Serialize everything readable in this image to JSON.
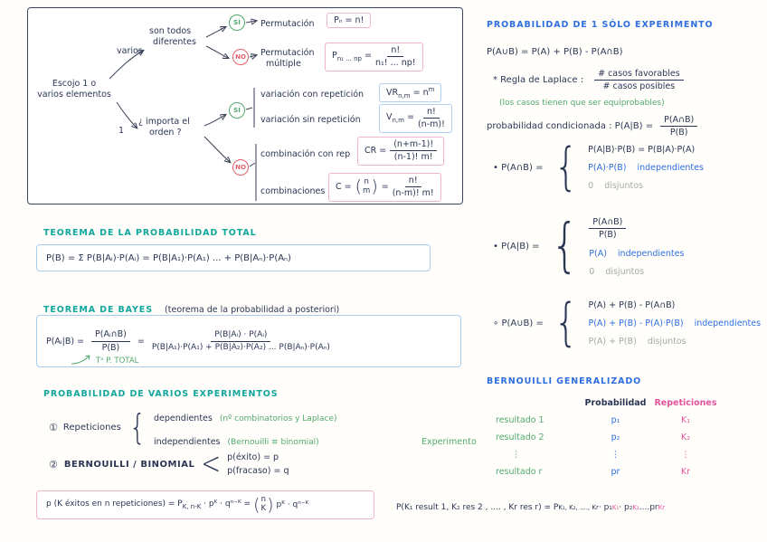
{
  "palette": {
    "ink": "#2b3654",
    "teal": "#12a79d",
    "blue": "#2e6ee0",
    "green": "#52a96d",
    "pink": "#e2549c",
    "red": "#e2606a",
    "muted": "#a2ac9f",
    "pink_box_border": "#f2b3cd",
    "blue_box_border": "#aecff0",
    "panel_border": "#a9ccee",
    "line": "#3c4558"
  },
  "glyphs": {
    "brace": "{",
    "angle": "<",
    "paren_open": "(",
    "paren_close": ")"
  },
  "flowchart": {
    "root_line1": "Escojo 1 o",
    "root_line2": "varios elementos",
    "branch_top": "varios",
    "branch_bottom": "1",
    "q_top_line1": "son todos",
    "q_top_line2": "diferentes",
    "q_bottom_line1": "¿ importa el",
    "q_bottom_line2": "orden ?",
    "yes": "SÍ",
    "no": "NO",
    "perm": {
      "label": "Permutación",
      "formula": "Pₙ = n!"
    },
    "perm_mult": {
      "label_line1": "Permutación",
      "label_line2": "múltiple",
      "base": "P",
      "sub": "n₁ ... np",
      "eq": " =",
      "num": "n!",
      "den": "n₁! ... np!"
    },
    "var_rep": {
      "label": "variación con repetición",
      "base": "VR",
      "sub": "n,m",
      "rest": " = n",
      "exp": "m"
    },
    "var_sin": {
      "label": "variación sin repetición",
      "base": "V",
      "sub": "n,m",
      "rest": " =",
      "num": "n!",
      "den": "(n-m)!"
    },
    "comb_rep": {
      "label": "combinación con rep",
      "lhs": "CR =",
      "num": "(n+m-1)!",
      "den": "(n-1)! m!"
    },
    "comb": {
      "label": "combinaciones",
      "lhs": "C =",
      "binom_top": "n",
      "binom_bot": "m",
      "eq": "=",
      "num": "n!",
      "den": "(n-m)! m!"
    }
  },
  "total_theorem": {
    "title": "TEOREMA DE LA PROBABILIDAD TOTAL",
    "formula": "P(B) = Σ P(B|Aᵢ)·P(Aᵢ) = P(B|A₁)·P(A₁) ... + P(B|Aₙ)·P(Aₙ)"
  },
  "bayes": {
    "title": "TEOREMA DE BAYES",
    "subtitle": "(teorema de la probabilidad a posteriori)",
    "lhs": "P(Aᵢ|B) =",
    "f1_num": "P(Aᵢ∩B)",
    "f1_den": "P(B)",
    "eq": "=",
    "f2_num": "P(B|Aᵢ) · P(Aᵢ)",
    "f2_den": "P(B|A₁)·P(A₁) + P(B|A₂)·P(A₂) ... P(B|Aₙ)·P(Aₙ)",
    "note": "Tᵃ P. TOTAL"
  },
  "varios_exp": {
    "title": "PROBABILIDAD DE VARIOS EXPERIMENTOS",
    "item1_badge": "①",
    "item1_label": "Repeticiones",
    "dep_label": "dependientes",
    "dep_note": "(nº combinatorios y Laplace)",
    "indep_label": "independientes",
    "indep_note": "(Bernouilli ≡ binomial)",
    "item2_badge": "②",
    "item2_label": "BERNOUILLI / BINOMIAL",
    "exito": "p(éxito) = p",
    "fracaso": "p(fracaso) = q",
    "box": {
      "prefix": "p (K éxitos en n repeticiones) = P",
      "sub": "K, n-K",
      "mid": " · pᴷ · qⁿ⁻ᴷ  =  ",
      "binom_top": "n",
      "binom_bot": "K",
      "suffix": "pᴷ · qⁿ⁻ᴷ"
    }
  },
  "solo_exp": {
    "title": "PROBABILIDAD DE 1 SÓLO EXPERIMENTO",
    "union_formula": "P(A∪B) = P(A) + P(B) - P(A∩B)",
    "laplace_label": "* Regla de Laplace :",
    "laplace_num": "# casos favorables",
    "laplace_den": "# casos posibles",
    "laplace_note": "(los casos tienen que ser equiprobables)",
    "cond_label": "probabilidad condicionada :  P(A|B) =",
    "cond_num": "P(A∩B)",
    "cond_den": "P(B)",
    "inter": {
      "lhs": "• P(A∩B) =",
      "line1": "P(A|B)·P(B) = P(B|A)·P(A)",
      "line2": "P(A)·P(B)",
      "line2_tag": "independientes",
      "line3": "0",
      "line3_tag": "disjuntos"
    },
    "cond": {
      "lhs": "• P(A|B) =",
      "num": "P(A∩B)",
      "den": "P(B)",
      "line2": "P(A)",
      "line2_tag": "independientes",
      "line3": "0",
      "line3_tag": "disjuntos"
    },
    "union": {
      "lhs": "∘ P(A∪B) =",
      "line1": "P(A) + P(B) - P(A∩B)",
      "line2": "P(A) + P(B) - P(A)·P(B)",
      "line2_tag": "independientes",
      "line3": "P(A) + P(B)",
      "line3_tag": "disjuntos"
    }
  },
  "bernoulli_gen": {
    "title": "BERNOUILLI GENERALIZADO",
    "col_prob": "Probabilidad",
    "col_rep": "Repeticiones",
    "side_label": "Experimento",
    "rows": [
      {
        "name": "resultado 1",
        "p": "p₁",
        "k": "K₁"
      },
      {
        "name": "resultado 2",
        "p": "p₂",
        "k": "K₂"
      },
      {
        "name": "⋮",
        "p": "⋮",
        "k": "⋮"
      },
      {
        "name": "resultado r",
        "p": "pr",
        "k": "Kr"
      }
    ],
    "formula": {
      "prefix": "P(K₁ result 1, K₂ res 2 , .... , Kr res r)  =  P",
      "sub": "K₁, K₂, ...., Kr",
      "m1": " · p₁",
      "e1": "K₁",
      "m2": " · p₂",
      "e2": "K₂",
      "m3": " .... ",
      "m4": "pr",
      "e3": "Kr"
    }
  }
}
